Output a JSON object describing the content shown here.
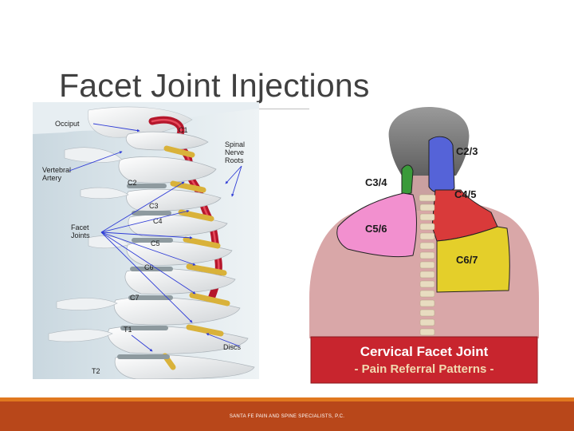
{
  "slide": {
    "title": "Facet Joint Injections",
    "footer": "SANTA FE PAIN AND SPINE SPECIALISTS, P.C."
  },
  "spine_diagram": {
    "labels": {
      "occiput": "Occiput",
      "c1": "C1",
      "spinal_nerve_roots": [
        "Spinal",
        "Nerve",
        "Roots"
      ],
      "vertebral_artery": [
        "Vertebral",
        "Artery"
      ],
      "c2": "C2",
      "c3": "C3",
      "c4": "C4",
      "facet_joints": [
        "Facet",
        "Joints"
      ],
      "c5": "C5",
      "c6": "C6",
      "c7": "C7",
      "t1": "T1",
      "discs": "Discs",
      "t2": "T2"
    }
  },
  "referral_diagram": {
    "regions": {
      "c23": "C2/3",
      "c34": "C3/4",
      "c45": "C4/5",
      "c56": "C5/6",
      "c67": "C6/7"
    },
    "banner": {
      "line1": "Cervical Facet Joint",
      "line2": "- Pain Referral Patterns -"
    },
    "colors": {
      "c23": "#5563d8",
      "c34": "#3a9a3a",
      "c45": "#d93a3a",
      "c56": "#f290cf",
      "c67": "#e4cf2a",
      "banner": "#c8252e",
      "skin": "#d9a7a8"
    }
  }
}
